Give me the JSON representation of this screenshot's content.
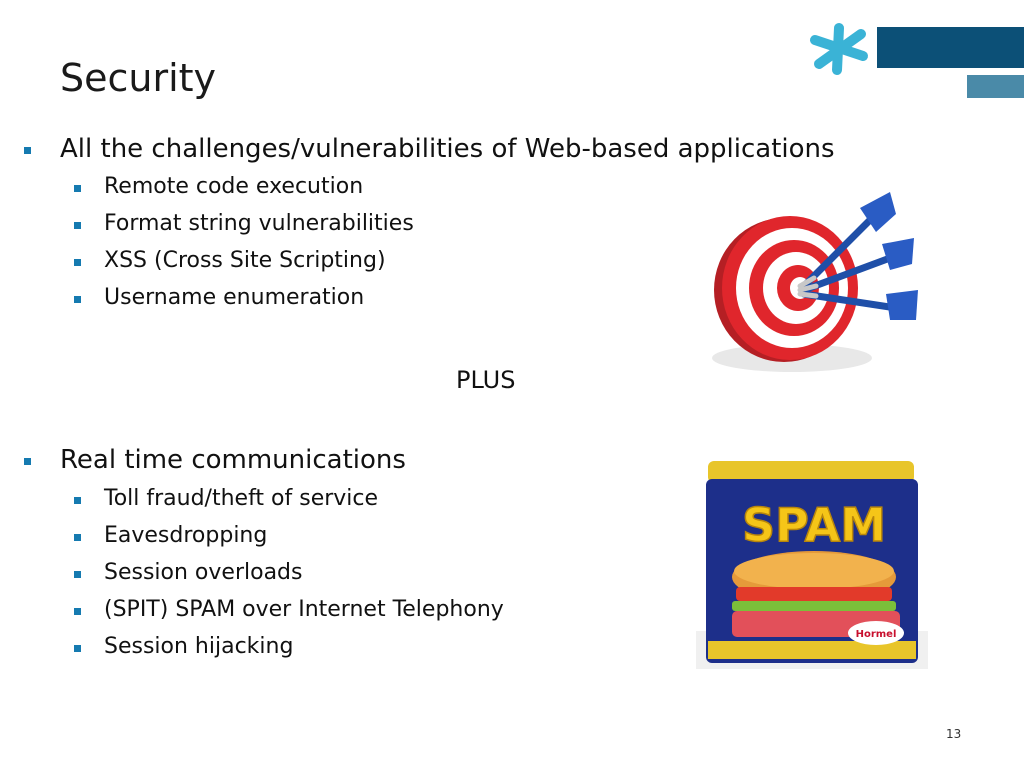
{
  "slide": {
    "title": "Security",
    "page_number": "13",
    "section1": {
      "heading": "All the challenges/vulnerabilities of Web-based applications",
      "items": [
        "Remote code execution",
        "Format string vulnerabilities",
        "XSS  (Cross Site Scripting)",
        "Username enumeration"
      ]
    },
    "separator": "PLUS",
    "section2": {
      "heading": "Real time communications",
      "items": [
        "Toll fraud/theft of service",
        "Eavesdropping",
        "Session overloads",
        "(SPIT) SPAM over Internet Telephony",
        "Session hijacking"
      ]
    },
    "spam_can": {
      "brand": "SPAM",
      "maker": "Hormel"
    }
  },
  "colors": {
    "accent_dark": "#0c5077",
    "accent_light": "#4a8aa8",
    "bullet": "#157ab0",
    "logo": "#3ab3d6"
  },
  "icons": [
    "asterisk-logo-icon",
    "dartboard-icon",
    "spam-can-icon"
  ]
}
